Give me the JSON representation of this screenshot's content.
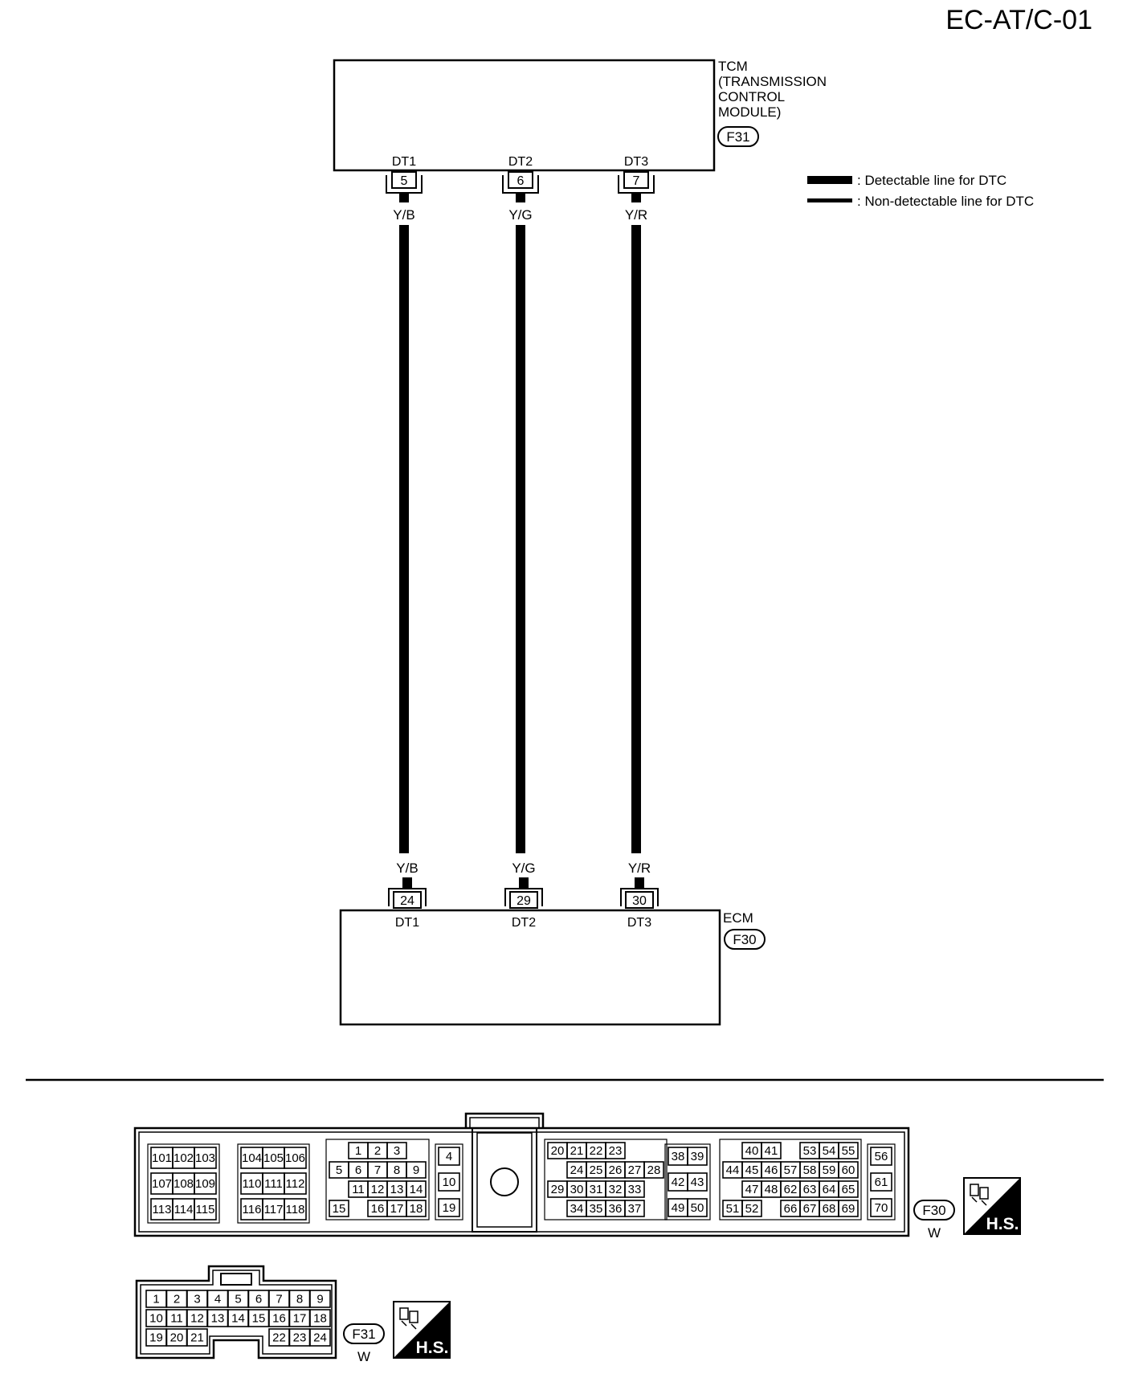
{
  "page_code": "EC-AT/C-01",
  "tcm": {
    "label_lines": [
      "TCM",
      "(TRANSMISSION",
      "CONTROL",
      "MODULE)"
    ],
    "connector": "F31"
  },
  "ecm": {
    "label": "ECM",
    "connector": "F30"
  },
  "legend": {
    "detectable": ": Detectable line for DTC",
    "non_detectable": ": Non-detectable line for DTC"
  },
  "wires": [
    {
      "name": "DT1",
      "tcm_pin": "5",
      "ecm_pin": "24",
      "color": "Y/B"
    },
    {
      "name": "DT2",
      "tcm_pin": "6",
      "ecm_pin": "29",
      "color": "Y/G"
    },
    {
      "name": "DT3",
      "tcm_pin": "7",
      "ecm_pin": "30",
      "color": "Y/R"
    }
  ],
  "ecm_connector_view": {
    "id": "F30",
    "color_code": "W",
    "badge": "H.S.",
    "groups": [
      [
        [
          "101",
          "102",
          "103"
        ],
        [
          "107",
          "108",
          "109"
        ],
        [
          "113",
          "114",
          "115"
        ]
      ],
      [
        [
          "104",
          "105",
          "106"
        ],
        [
          "110",
          "111",
          "112"
        ],
        [
          "116",
          "117",
          "118"
        ]
      ],
      [
        [
          "",
          "1",
          "2",
          "3"
        ],
        [
          "5",
          "6",
          "7",
          "8",
          "9"
        ],
        [
          "",
          "11",
          "12",
          "13",
          "14"
        ],
        [
          "15",
          "",
          "16",
          "17",
          "18"
        ]
      ],
      [
        [
          "4"
        ],
        [
          "10"
        ],
        [
          "19"
        ]
      ],
      [
        [
          "20",
          "21",
          "22",
          "23"
        ],
        [
          "",
          "24",
          "25",
          "26",
          "27",
          "28"
        ],
        [
          "29",
          "30",
          "31",
          "32",
          "33"
        ],
        [
          "",
          "34",
          "35",
          "36",
          "37"
        ]
      ],
      [
        [
          "38",
          "39"
        ],
        [
          "42",
          "43"
        ],
        [
          "49",
          "50"
        ]
      ],
      [
        [
          "",
          "40",
          "41",
          "",
          "53",
          "54",
          "55"
        ],
        [
          "44",
          "45",
          "46",
          "57",
          "58",
          "59",
          "60"
        ],
        [
          "",
          "47",
          "48",
          "62",
          "63",
          "64",
          "65"
        ],
        [
          "51",
          "52",
          "",
          "66",
          "67",
          "68",
          "69"
        ]
      ],
      [
        [
          "56"
        ],
        [
          "61"
        ],
        [
          "70"
        ]
      ]
    ]
  },
  "tcm_connector_view": {
    "id": "F31",
    "color_code": "W",
    "badge": "H.S.",
    "rows": [
      [
        "1",
        "2",
        "3",
        "4",
        "5",
        "6",
        "7",
        "8",
        "9"
      ],
      [
        "10",
        "11",
        "12",
        "13",
        "14",
        "15",
        "16",
        "17",
        "18"
      ],
      [
        "19",
        "20",
        "21",
        "",
        "",
        "",
        "22",
        "23",
        "24"
      ]
    ]
  },
  "colors": {
    "line": "#000000",
    "badge_bg": "#000000"
  }
}
